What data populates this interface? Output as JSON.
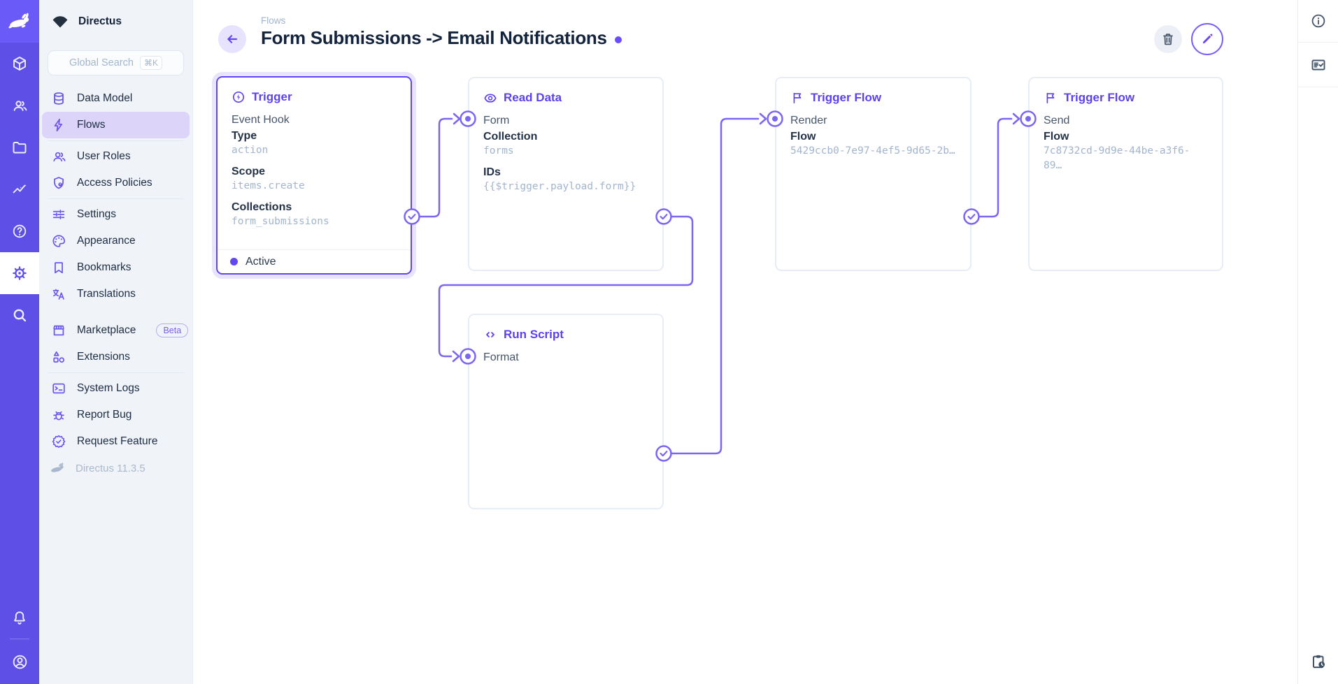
{
  "module_bar": {
    "icons": [
      "directus-rabbit-logo",
      "box",
      "people",
      "folder",
      "insights",
      "help",
      "settings",
      "search",
      "bell",
      "account-circle"
    ]
  },
  "sidebar": {
    "project_name": "Directus",
    "project_icon": "project-mark",
    "search_placeholder": "Global Search",
    "search_shortcut": "⌘K",
    "items": [
      {
        "label": "Data Model",
        "icon": "database"
      },
      {
        "label": "Flows",
        "icon": "bolt",
        "active": true
      },
      {
        "label": "User Roles",
        "icon": "people"
      },
      {
        "label": "Access Policies",
        "icon": "shield-lock"
      },
      {
        "label": "Settings",
        "icon": "tune"
      },
      {
        "label": "Appearance",
        "icon": "palette"
      },
      {
        "label": "Bookmarks",
        "icon": "bookmark"
      },
      {
        "label": "Translations",
        "icon": "translate"
      },
      {
        "label": "Marketplace",
        "icon": "storefront",
        "badge": "Beta"
      },
      {
        "label": "Extensions",
        "icon": "extensions"
      },
      {
        "label": "System Logs",
        "icon": "terminal"
      },
      {
        "label": "Report Bug",
        "icon": "bug"
      },
      {
        "label": "Request Feature",
        "icon": "verified-badge"
      }
    ],
    "version": "Directus 11.3.5"
  },
  "header": {
    "breadcrumb": "Flows",
    "title": "Form Submissions -> Email Notifications",
    "actions": {
      "delete_icon": "trash",
      "edit_icon": "pencil"
    }
  },
  "flow": {
    "trigger": {
      "title": "Trigger",
      "icon": "bolt-circle",
      "name": "Event Hook",
      "fields": [
        {
          "label": "Type",
          "value": "action"
        },
        {
          "label": "Scope",
          "value": "items.create"
        },
        {
          "label": "Collections",
          "value": "form_submissions"
        }
      ],
      "status": "Active"
    },
    "read_data": {
      "title": "Read Data",
      "icon": "eye",
      "name": "Form",
      "fields": [
        {
          "label": "Collection",
          "value": "forms"
        },
        {
          "label": "IDs",
          "value": "{{$trigger.payload.form}}"
        }
      ]
    },
    "run_script": {
      "title": "Run Script",
      "icon": "code",
      "name": "Format"
    },
    "trigger_flow_render": {
      "title": "Trigger Flow",
      "icon": "flag",
      "name": "Render",
      "fields": [
        {
          "label": "Flow",
          "value": "5429ccb0-7e97-4ef5-9d65-2b…"
        }
      ]
    },
    "trigger_flow_send": {
      "title": "Trigger Flow",
      "icon": "flag",
      "name": "Send",
      "fields": [
        {
          "label": "Flow",
          "value": "7c8732cd-9d9e-44be-a3f6-89…"
        }
      ]
    }
  },
  "right_bar": {
    "icons": [
      "info",
      "fact-check",
      "clipboard-clock"
    ]
  },
  "colors": {
    "accent": "#6644ff",
    "module_bar": "#5e50e6",
    "module_logo": "#6a5af8",
    "wire": "#7a66f2",
    "sidebar_bg": "#f0f4f9",
    "active_item_bg": "#dcd5f9",
    "subdued_text": "#a2b5cd",
    "title_text": "#13233b"
  }
}
